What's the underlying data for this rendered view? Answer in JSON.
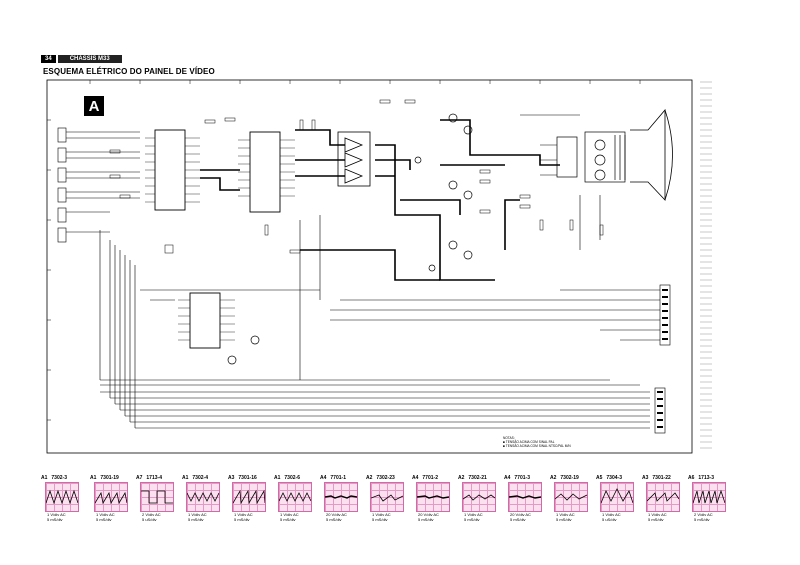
{
  "header": {
    "page_number": "34",
    "chassis": "CHASSIS M33"
  },
  "title": "ESQUEMA ELÉTRICO DO PAINEL DE VÍDEO",
  "panel_label": "A",
  "notes": [
    "NOTAS:",
    "■ TENSÃO ACIMA COM SINAL PAL",
    "■ TENSÃO ACIMA COM SINAL NTSC/PAL M/N"
  ],
  "waveforms": [
    {
      "ref": "A1",
      "id": "7302-3",
      "l1": "1 V/div AC",
      "l2": "5 mS/div"
    },
    {
      "ref": "A1",
      "id": "7301-19",
      "l1": "1 V/div AC",
      "l2": "5 mS/div"
    },
    {
      "ref": "A7",
      "id": "1713-4",
      "l1": "2 V/div AC",
      "l2": "5 uS/div"
    },
    {
      "ref": "A1",
      "id": "7302-4",
      "l1": "1 V/div AC",
      "l2": "5 mS/div"
    },
    {
      "ref": "A3",
      "id": "7301-16",
      "l1": "1 V/div AC",
      "l2": "5 mS/div"
    },
    {
      "ref": "A1",
      "id": "7302-6",
      "l1": "1 V/div AC",
      "l2": "5 mS/div"
    },
    {
      "ref": "A4",
      "id": "7701-1",
      "l1": "20 V/div AC",
      "l2": "5 mS/div"
    },
    {
      "ref": "A2",
      "id": "7302-23",
      "l1": "1 V/div AC",
      "l2": "5 mS/div"
    },
    {
      "ref": "A4",
      "id": "7701-2",
      "l1": "20 V/div AC",
      "l2": "5 mS/div"
    },
    {
      "ref": "A2",
      "id": "7302-21",
      "l1": "1 V/div AC",
      "l2": "5 mS/div"
    },
    {
      "ref": "A4",
      "id": "7701-3",
      "l1": "20 V/div AC",
      "l2": "5 mS/div"
    },
    {
      "ref": "A2",
      "id": "7302-19",
      "l1": "1 V/div AC",
      "l2": "5 mS/div"
    },
    {
      "ref": "A5",
      "id": "7304-3",
      "l1": "1 V/div AC",
      "l2": "5 uS/div"
    },
    {
      "ref": "A3",
      "id": "7301-22",
      "l1": "1 V/div AC",
      "l2": "5 mS/div"
    },
    {
      "ref": "A6",
      "id": "1713-3",
      "l1": "2 V/div AC",
      "l2": "5 mS/div"
    }
  ]
}
